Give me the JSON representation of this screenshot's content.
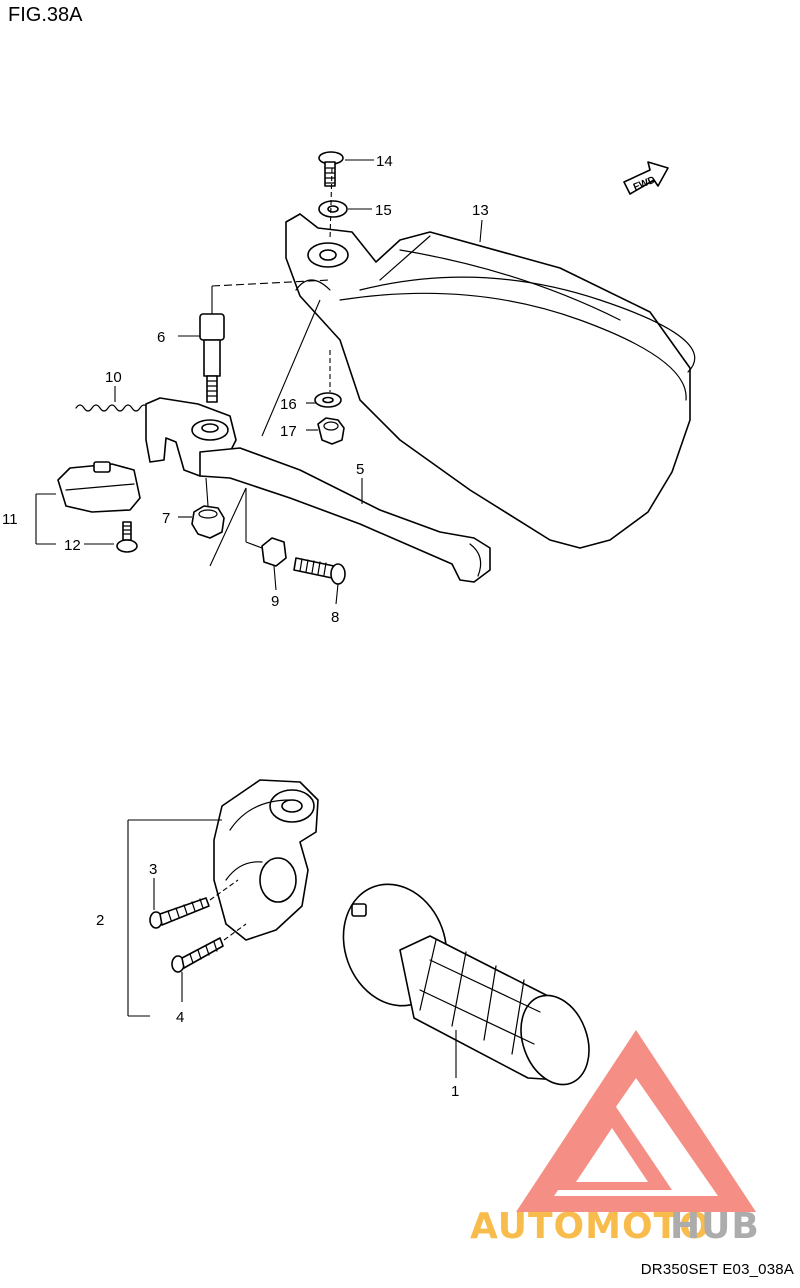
{
  "figure": {
    "title": "FIG.38A",
    "code": "DR350SET E03_038A"
  },
  "callouts": {
    "p1": "1",
    "p2": "2",
    "p3": "3",
    "p4": "4",
    "p5": "5",
    "p6": "6",
    "p7": "7",
    "p8": "8",
    "p9": "9",
    "p10": "10",
    "p11": "11",
    "p12": "12",
    "p13": "13",
    "p14": "14",
    "p15": "15",
    "p16": "16",
    "p17": "17"
  },
  "direction_marker": {
    "label": "FWD",
    "icon": "forward-arrow-icon"
  },
  "watermark": {
    "word_a": "AUTOMOTO",
    "word_b": "HUB",
    "color_a": "#f5a000",
    "color_b": "#8a8a8a",
    "logo_color": "#ef4a3c"
  }
}
